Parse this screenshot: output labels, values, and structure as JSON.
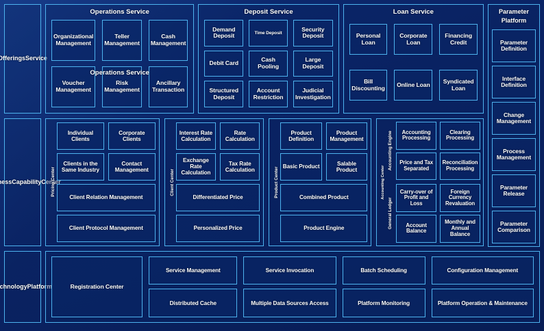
{
  "colors": {
    "background": "#0a2263",
    "border": "#4db3ef",
    "text": "#ffffff"
  },
  "rows": {
    "offerings": {
      "rail_label": "Offerings\nService",
      "services": [
        {
          "title": "Operations Service",
          "duplicate_title": "Operations Service",
          "items": [
            "Organizational Management",
            "Teller Management",
            "Cash Management",
            "Voucher Management",
            "Risk Management",
            "Ancillary Transaction"
          ]
        },
        {
          "title": "Deposit Service",
          "items": [
            "Demand Deposit",
            "Time Deposit",
            "Security Deposit",
            "Debit Card",
            "Cash Pooling",
            "Large Deposit",
            "Structured Deposit",
            "Account Restriction",
            "Judicial Investigation"
          ]
        },
        {
          "title": "Loan Service",
          "items": [
            "Personal Loan",
            "Corporate Loan",
            "Financing Credit",
            "Bill Discounting",
            "Online Loan",
            "Syndicated Loan"
          ]
        }
      ]
    },
    "parameter_platform": {
      "title": "Parameter Platform",
      "items": [
        "Parameter Definition",
        "Interface Definition",
        "Change Management",
        "Process Management",
        "Parameter Release",
        "Parameter Comparison"
      ]
    },
    "business_capability": {
      "rail_label": "Business\nCapability\nCenter",
      "columns": [
        {
          "vlabel": "Pricing Center",
          "items": [
            "Individual Clients",
            "Corporate Clients",
            "Clients in the Same Industry",
            "Contact Management",
            "Client Relation Management",
            "Client Protocol Management"
          ]
        },
        {
          "vlabel": "Client Center",
          "items": [
            "Interest Rate Calculation",
            "Rate Calculation",
            "Exchange Rate Calculation",
            "Tax Rate Calculation",
            "Differentiated Price",
            "Personalized Price"
          ]
        },
        {
          "vlabel": "Product Center",
          "items": [
            "Product Definition",
            "Product Management",
            "Basic Product",
            "Salable Product",
            "Combined Product",
            "Product Engine"
          ]
        }
      ],
      "accounting": {
        "vlabel": "Accounting Center",
        "subsections": [
          {
            "vlabel": "Accounting Engine",
            "items": [
              "Accounting Processing",
              "Clearing Processing",
              "Price and Tax Separated",
              "Reconciliation Processing"
            ]
          },
          {
            "vlabel": "General Ledger",
            "items": [
              "Carry-over of Profit and Loss",
              "Foreign Currency Revaluation",
              "Account Balance",
              "Monthly and Annual Balance"
            ]
          }
        ]
      }
    },
    "technology_platform": {
      "rail_label": "Technology\nPlatform",
      "registration": "Registration Center",
      "columns": [
        {
          "top": "Service Management",
          "bottom": "Distributed Cache"
        },
        {
          "top": "Service Invocation",
          "bottom": "Multiple Data Sources Access"
        },
        {
          "top": "Batch Scheduling",
          "bottom": "Platform Monitoring"
        },
        {
          "top": "Configuration Management",
          "bottom": "Platform Operation & Maintenance"
        }
      ]
    }
  }
}
